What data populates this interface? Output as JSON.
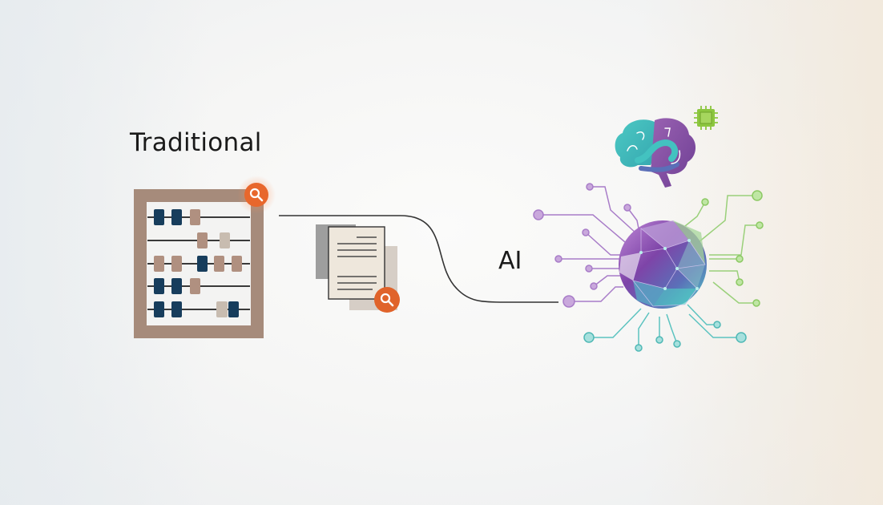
{
  "illustration": {
    "left_label": "Traditional",
    "right_label": "AI",
    "colors": {
      "abacus_frame": "#a48a7a",
      "bead_dark": "#173d5c",
      "bead_light": "#b09080",
      "bead_pale": "#c8bcb0",
      "magnifier_orange": "#e8672c",
      "circuit_purple": "#a87cc8",
      "circuit_green": "#9ad07a",
      "circuit_teal": "#5cc3c0",
      "chip_green": "#8cc63f",
      "brain_teal": "#43c2c0",
      "brain_purple": "#8a56a6"
    },
    "elements": [
      {
        "name": "abacus-icon",
        "side": "traditional"
      },
      {
        "name": "document-magnifier-icon",
        "side": "traditional"
      },
      {
        "name": "connector-line",
        "side": "center"
      },
      {
        "name": "brain-icon",
        "side": "ai"
      },
      {
        "name": "chip-icon",
        "side": "ai"
      },
      {
        "name": "neural-sphere-icon",
        "side": "ai"
      }
    ]
  }
}
